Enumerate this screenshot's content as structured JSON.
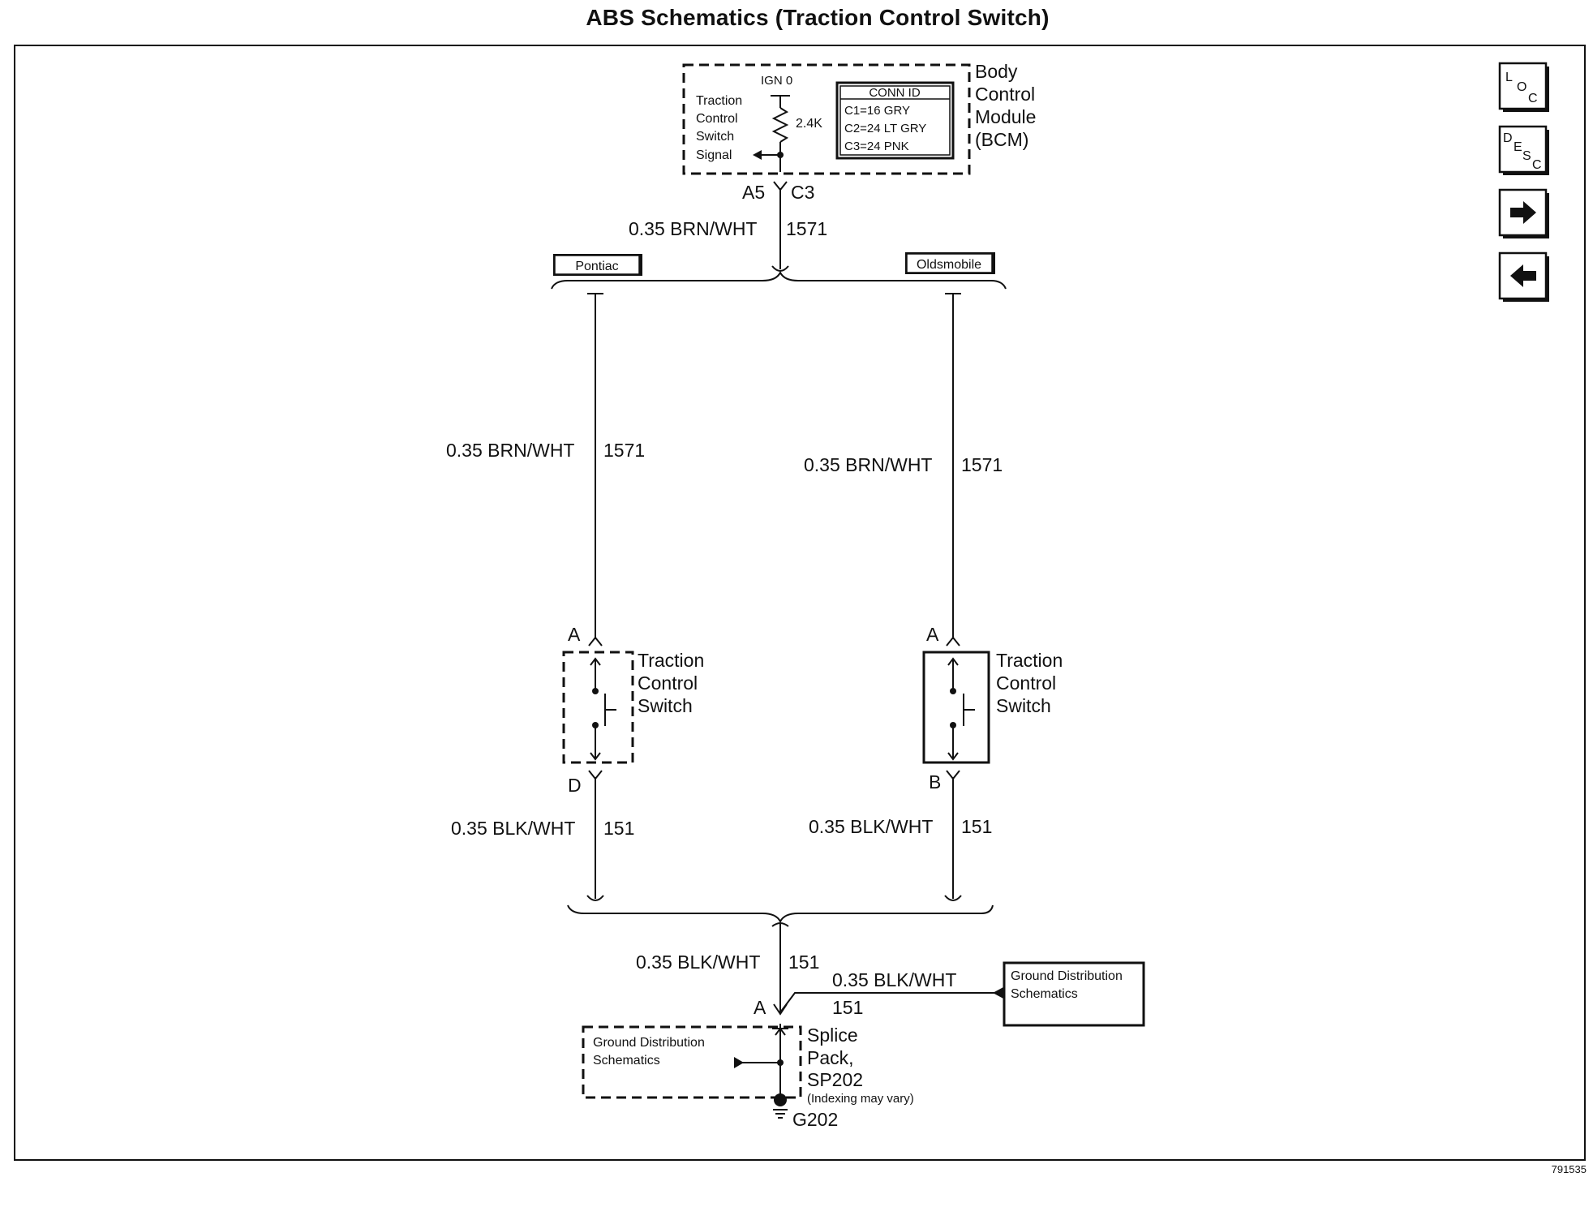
{
  "title": "ABS Schematics (Traction Control Switch)",
  "figure_id": "791535",
  "nav_buttons": {
    "loc": [
      "L",
      "O",
      "C"
    ],
    "desc": [
      "D",
      "E",
      "S",
      "C"
    ],
    "next_icon": "arrow-right-icon",
    "prev_icon": "arrow-left-icon"
  },
  "bcm": {
    "name_lines": [
      "Body",
      "Control",
      "Module",
      "(BCM)"
    ],
    "ign": "IGN 0",
    "resistor": "2.4K",
    "signal_lines": [
      "Traction",
      "Control",
      "Switch",
      "Signal"
    ],
    "conn_id_header": "CONN ID",
    "conn_ids": [
      "C1=16 GRY",
      "C2=24 LT GRY",
      "C3=24 PNK"
    ],
    "pin": "A5",
    "connector": "C3"
  },
  "top_wire": {
    "gauge_color": "0.35 BRN/WHT",
    "circuit": "1571"
  },
  "variants": {
    "left_badge": "Pontiac",
    "right_badge": "Oldsmobile"
  },
  "left_branch": {
    "wire_gauge_color": "0.35 BRN/WHT",
    "wire_circuit": "1571",
    "pin_top": "A",
    "pin_bottom": "D",
    "switch_lines": [
      "Traction",
      "Control",
      "Switch"
    ],
    "ground_gauge_color": "0.35 BLK/WHT",
    "ground_circuit": "151"
  },
  "right_branch": {
    "wire_gauge_color": "0.35 BRN/WHT",
    "wire_circuit": "1571",
    "pin_top": "A",
    "pin_bottom": "B",
    "switch_lines": [
      "Traction",
      "Control",
      "Switch"
    ],
    "ground_gauge_color": "0.35 BLK/WHT",
    "ground_circuit": "151"
  },
  "bottom": {
    "wire_gauge_color": "0.35 BLK/WHT",
    "wire_circuit": "151",
    "side_gauge_color": "0.35 BLK/WHT",
    "side_circuit": "151",
    "pin": "A",
    "ground_dist_right_lines": [
      "Ground Distribution",
      "Schematics"
    ],
    "ground_dist_left_lines": [
      "Ground Distribution",
      "Schematics"
    ],
    "splice_lines": [
      "Splice",
      "Pack,",
      "SP202"
    ],
    "splice_note": "(Indexing may vary)",
    "ground": "G202"
  }
}
